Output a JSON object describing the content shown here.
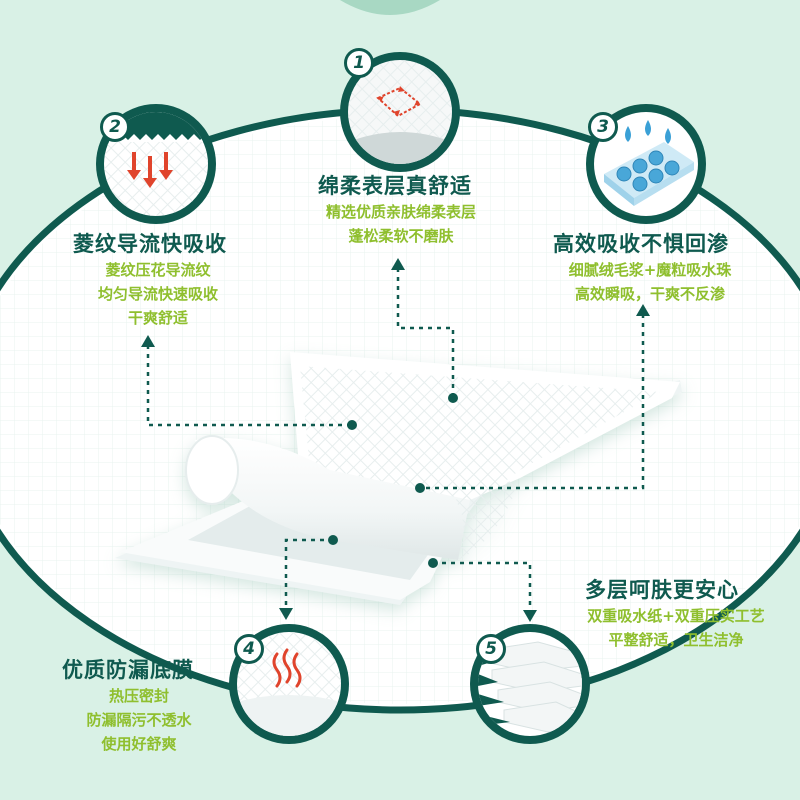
{
  "colors": {
    "background": "#d9f1e6",
    "oval": "#ffffff",
    "dark_green": "#0f5a4f",
    "lime": "#8fbf2e",
    "arrow_red": "#e0442c"
  },
  "features": [
    {
      "number": "1",
      "icon": "soft-surface-icon",
      "title": "绵柔表层真舒适",
      "lines": [
        "精选优质亲肤绵柔表层",
        "蓬松柔软不磨肤"
      ]
    },
    {
      "number": "2",
      "icon": "diamond-diversion-icon",
      "title": "菱纹导流快吸收",
      "lines": [
        "菱纹压花导流纹",
        "均匀导流快速吸收",
        "干爽舒适"
      ]
    },
    {
      "number": "3",
      "icon": "absorbent-beads-icon",
      "title": "高效吸收不惧回渗",
      "lines": [
        "细腻绒毛浆+魔粒吸水珠",
        "高效瞬吸，干爽不反渗"
      ]
    },
    {
      "number": "4",
      "icon": "heat-seal-icon",
      "title": "优质防漏底膜",
      "lines": [
        "热压密封",
        "防漏隔污不透水",
        "使用好舒爽"
      ]
    },
    {
      "number": "5",
      "icon": "multi-layer-icon",
      "title": "多层呵肤更安心",
      "lines": [
        "双重吸水纸+双重压实工艺",
        "平整舒适，卫生洁净"
      ]
    }
  ]
}
